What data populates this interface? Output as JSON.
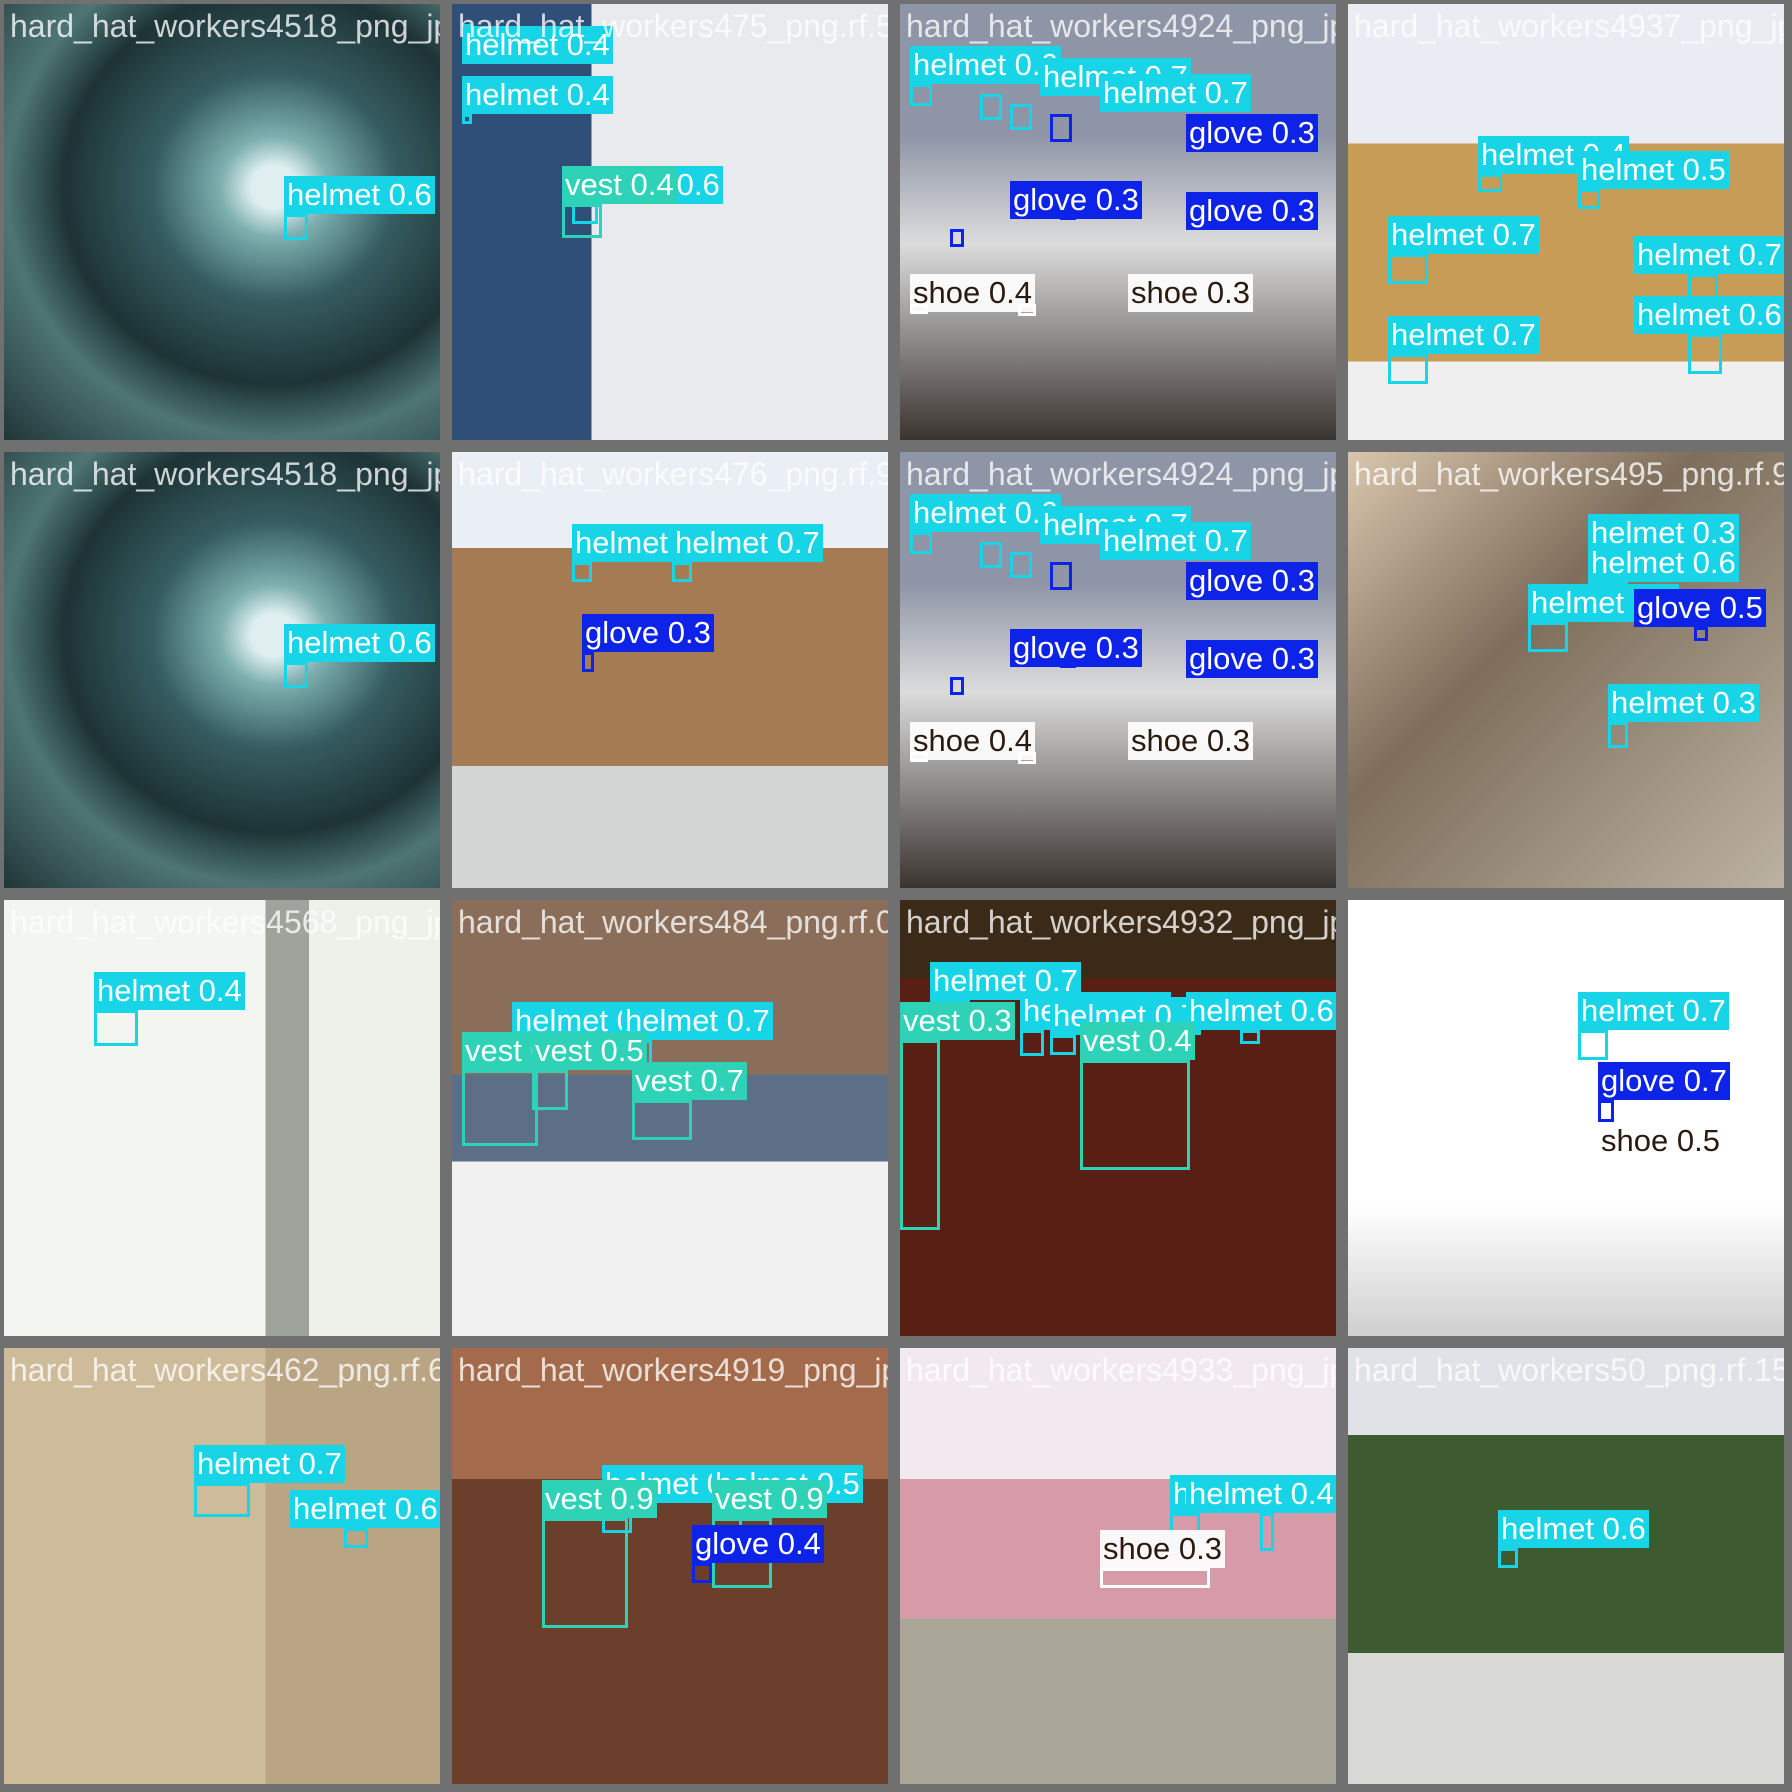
{
  "palette": {
    "helmet": "#17d4e6",
    "vest": "#2ed3b7",
    "glove": "#0d23e8",
    "shoe": "#ffffff"
  },
  "tiles": [
    {
      "row": 0,
      "col": 0,
      "title": "hard_hat_workers4518_png_jpg.rf.",
      "scene": "tunnel",
      "detections": [
        {
          "cls": "helmet",
          "label": "helmet 0.6"
        }
      ]
    },
    {
      "row": 0,
      "col": 1,
      "title": "hard_hat_workers475_png.rf.5bb4862f",
      "scene": "site",
      "detections": [
        {
          "cls": "helmet",
          "label": "helmet 0.4"
        },
        {
          "cls": "helmet",
          "label": "helmet 0.4"
        },
        {
          "cls": "helmet",
          "label": "helmet 0.6"
        },
        {
          "cls": "vest",
          "label": "vest 0.4"
        }
      ]
    },
    {
      "row": 0,
      "col": 2,
      "title": "hard_hat_workers4924_png_jpg.rf.78bdff4201b",
      "scene": "smoke",
      "detections": [
        {
          "cls": "helmet",
          "label": "helmet 0.6"
        },
        {
          "cls": "helmet",
          "label": "helmet 0.7"
        },
        {
          "cls": "helmet",
          "label": "helmet 0.7"
        },
        {
          "cls": "glove",
          "label": "glove 0.3"
        },
        {
          "cls": "glove",
          "label": "glove 0.3"
        },
        {
          "cls": "glove",
          "label": "glove 0.3"
        },
        {
          "cls": "shoe",
          "label": "shoe 0.4"
        },
        {
          "cls": "shoe",
          "label": "shoe 0.3"
        }
      ]
    },
    {
      "row": 0,
      "col": 3,
      "title": "hard_hat_workers4937_png_jpg.rf.2e8db7c",
      "scene": "meeting",
      "detections": [
        {
          "cls": "helmet",
          "label": "helmet 0.4"
        },
        {
          "cls": "helmet",
          "label": "helmet 0.5"
        },
        {
          "cls": "helmet",
          "label": "helmet 0.7"
        },
        {
          "cls": "helmet",
          "label": "helmet 0.7"
        },
        {
          "cls": "helmet",
          "label": "helmet 0.6"
        },
        {
          "cls": "helmet",
          "label": "helmet 0.7"
        }
      ]
    },
    {
      "row": 1,
      "col": 0,
      "title": "hard_hat_workers4518_png_jpg.rf.",
      "scene": "tunnel",
      "detections": [
        {
          "cls": "helmet",
          "label": "helmet 0.6"
        }
      ]
    },
    {
      "row": 1,
      "col": 1,
      "title": "hard_hat_workers476_png.rf.9e42d1b",
      "scene": "lumber",
      "detections": [
        {
          "cls": "helmet",
          "label": "helmet 0.7"
        },
        {
          "cls": "helmet",
          "label": "helmet 0.7"
        },
        {
          "cls": "glove",
          "label": "glove 0.3"
        }
      ]
    },
    {
      "row": 1,
      "col": 2,
      "title": "hard_hat_workers4924_png_jpg.rf.77b05f89538",
      "scene": "smoke",
      "detections": [
        {
          "cls": "helmet",
          "label": "helmet 0.6"
        },
        {
          "cls": "helmet",
          "label": "helmet 0.7"
        },
        {
          "cls": "helmet",
          "label": "helmet 0.7"
        },
        {
          "cls": "glove",
          "label": "glove 0.3"
        },
        {
          "cls": "glove",
          "label": "glove 0.3"
        },
        {
          "cls": "glove",
          "label": "glove 0.3"
        },
        {
          "cls": "shoe",
          "label": "shoe 0.4"
        },
        {
          "cls": "shoe",
          "label": "shoe 0.3"
        }
      ]
    },
    {
      "row": 1,
      "col": 3,
      "title": "hard_hat_workers495_png.rf.94d0",
      "scene": "rebar",
      "detections": [
        {
          "cls": "helmet",
          "label": "helmet 0.3"
        },
        {
          "cls": "helmet",
          "label": "helmet 0.6"
        },
        {
          "cls": "helmet",
          "label": "helmet 0.5"
        },
        {
          "cls": "glove",
          "label": "glove 0.5"
        },
        {
          "cls": "helmet",
          "label": "helmet 0.3"
        }
      ]
    },
    {
      "row": 2,
      "col": 0,
      "title": "hard_hat_workers4568_png_jpg.rf.",
      "scene": "pole",
      "detections": [
        {
          "cls": "helmet",
          "label": "helmet 0.4"
        }
      ]
    },
    {
      "row": 2,
      "col": 1,
      "title": "hard_hat_workers484_png.rf.0682ea",
      "scene": "plans",
      "detections": [
        {
          "cls": "helmet",
          "label": "helmet 0.8"
        },
        {
          "cls": "helmet",
          "label": "helmet 0.7"
        },
        {
          "cls": "vest",
          "label": "vest 0.3"
        },
        {
          "cls": "vest",
          "label": "vest 0.5"
        },
        {
          "cls": "vest",
          "label": "vest 0.7"
        }
      ]
    },
    {
      "row": 2,
      "col": 2,
      "title": "hard_hat_workers4932_png_jpg.rf.f020120841",
      "scene": "night",
      "detections": [
        {
          "cls": "helmet",
          "label": "helmet 0.7"
        },
        {
          "cls": "helmet",
          "label": "helmet 0.4"
        },
        {
          "cls": "helmet",
          "label": "helmet 0.7"
        },
        {
          "cls": "helmet",
          "label": "helmet 0.6"
        },
        {
          "cls": "vest",
          "label": "vest 0.3"
        },
        {
          "cls": "vest",
          "label": "vest 0.4"
        }
      ]
    },
    {
      "row": 2,
      "col": 3,
      "title": "hard_hat_workers500_png.rf.5b23d3",
      "scene": "cable",
      "detections": [
        {
          "cls": "helmet",
          "label": "helmet 0.7"
        },
        {
          "cls": "glove",
          "label": "glove 0.7"
        },
        {
          "cls": "shoe",
          "label": "shoe 0.5"
        }
      ]
    },
    {
      "row": 3,
      "col": 0,
      "title": "hard_hat_workers462_png.rf.6e224513c",
      "scene": "woman",
      "detections": [
        {
          "cls": "helmet",
          "label": "helmet 0.7"
        },
        {
          "cls": "helmet",
          "label": "helmet 0.6"
        }
      ]
    },
    {
      "row": 3,
      "col": 1,
      "title": "hard_hat_workers4919_png_jpg.rf.a3a4731",
      "scene": "formwork",
      "detections": [
        {
          "cls": "helmet",
          "label": "helmet 0.5"
        },
        {
          "cls": "helmet",
          "label": "helmet 0.5"
        },
        {
          "cls": "vest",
          "label": "vest 0.9"
        },
        {
          "cls": "vest",
          "label": "vest 0.9"
        },
        {
          "cls": "glove",
          "label": "glove 0.4"
        }
      ]
    },
    {
      "row": 3,
      "col": 2,
      "title": "hard_hat_workers4933_png_jpg.rf.6a4b7a09",
      "scene": "cart",
      "detections": [
        {
          "cls": "helmet",
          "label": "helmet 0.4"
        },
        {
          "cls": "helmet",
          "label": "helmet 0.4"
        },
        {
          "cls": "shoe",
          "label": "shoe 0.3"
        }
      ]
    },
    {
      "row": 3,
      "col": 3,
      "title": "hard_hat_workers50_png.rf.15a589c4",
      "scene": "crane",
      "detections": [
        {
          "cls": "helmet",
          "label": "helmet 0.6"
        }
      ]
    }
  ]
}
